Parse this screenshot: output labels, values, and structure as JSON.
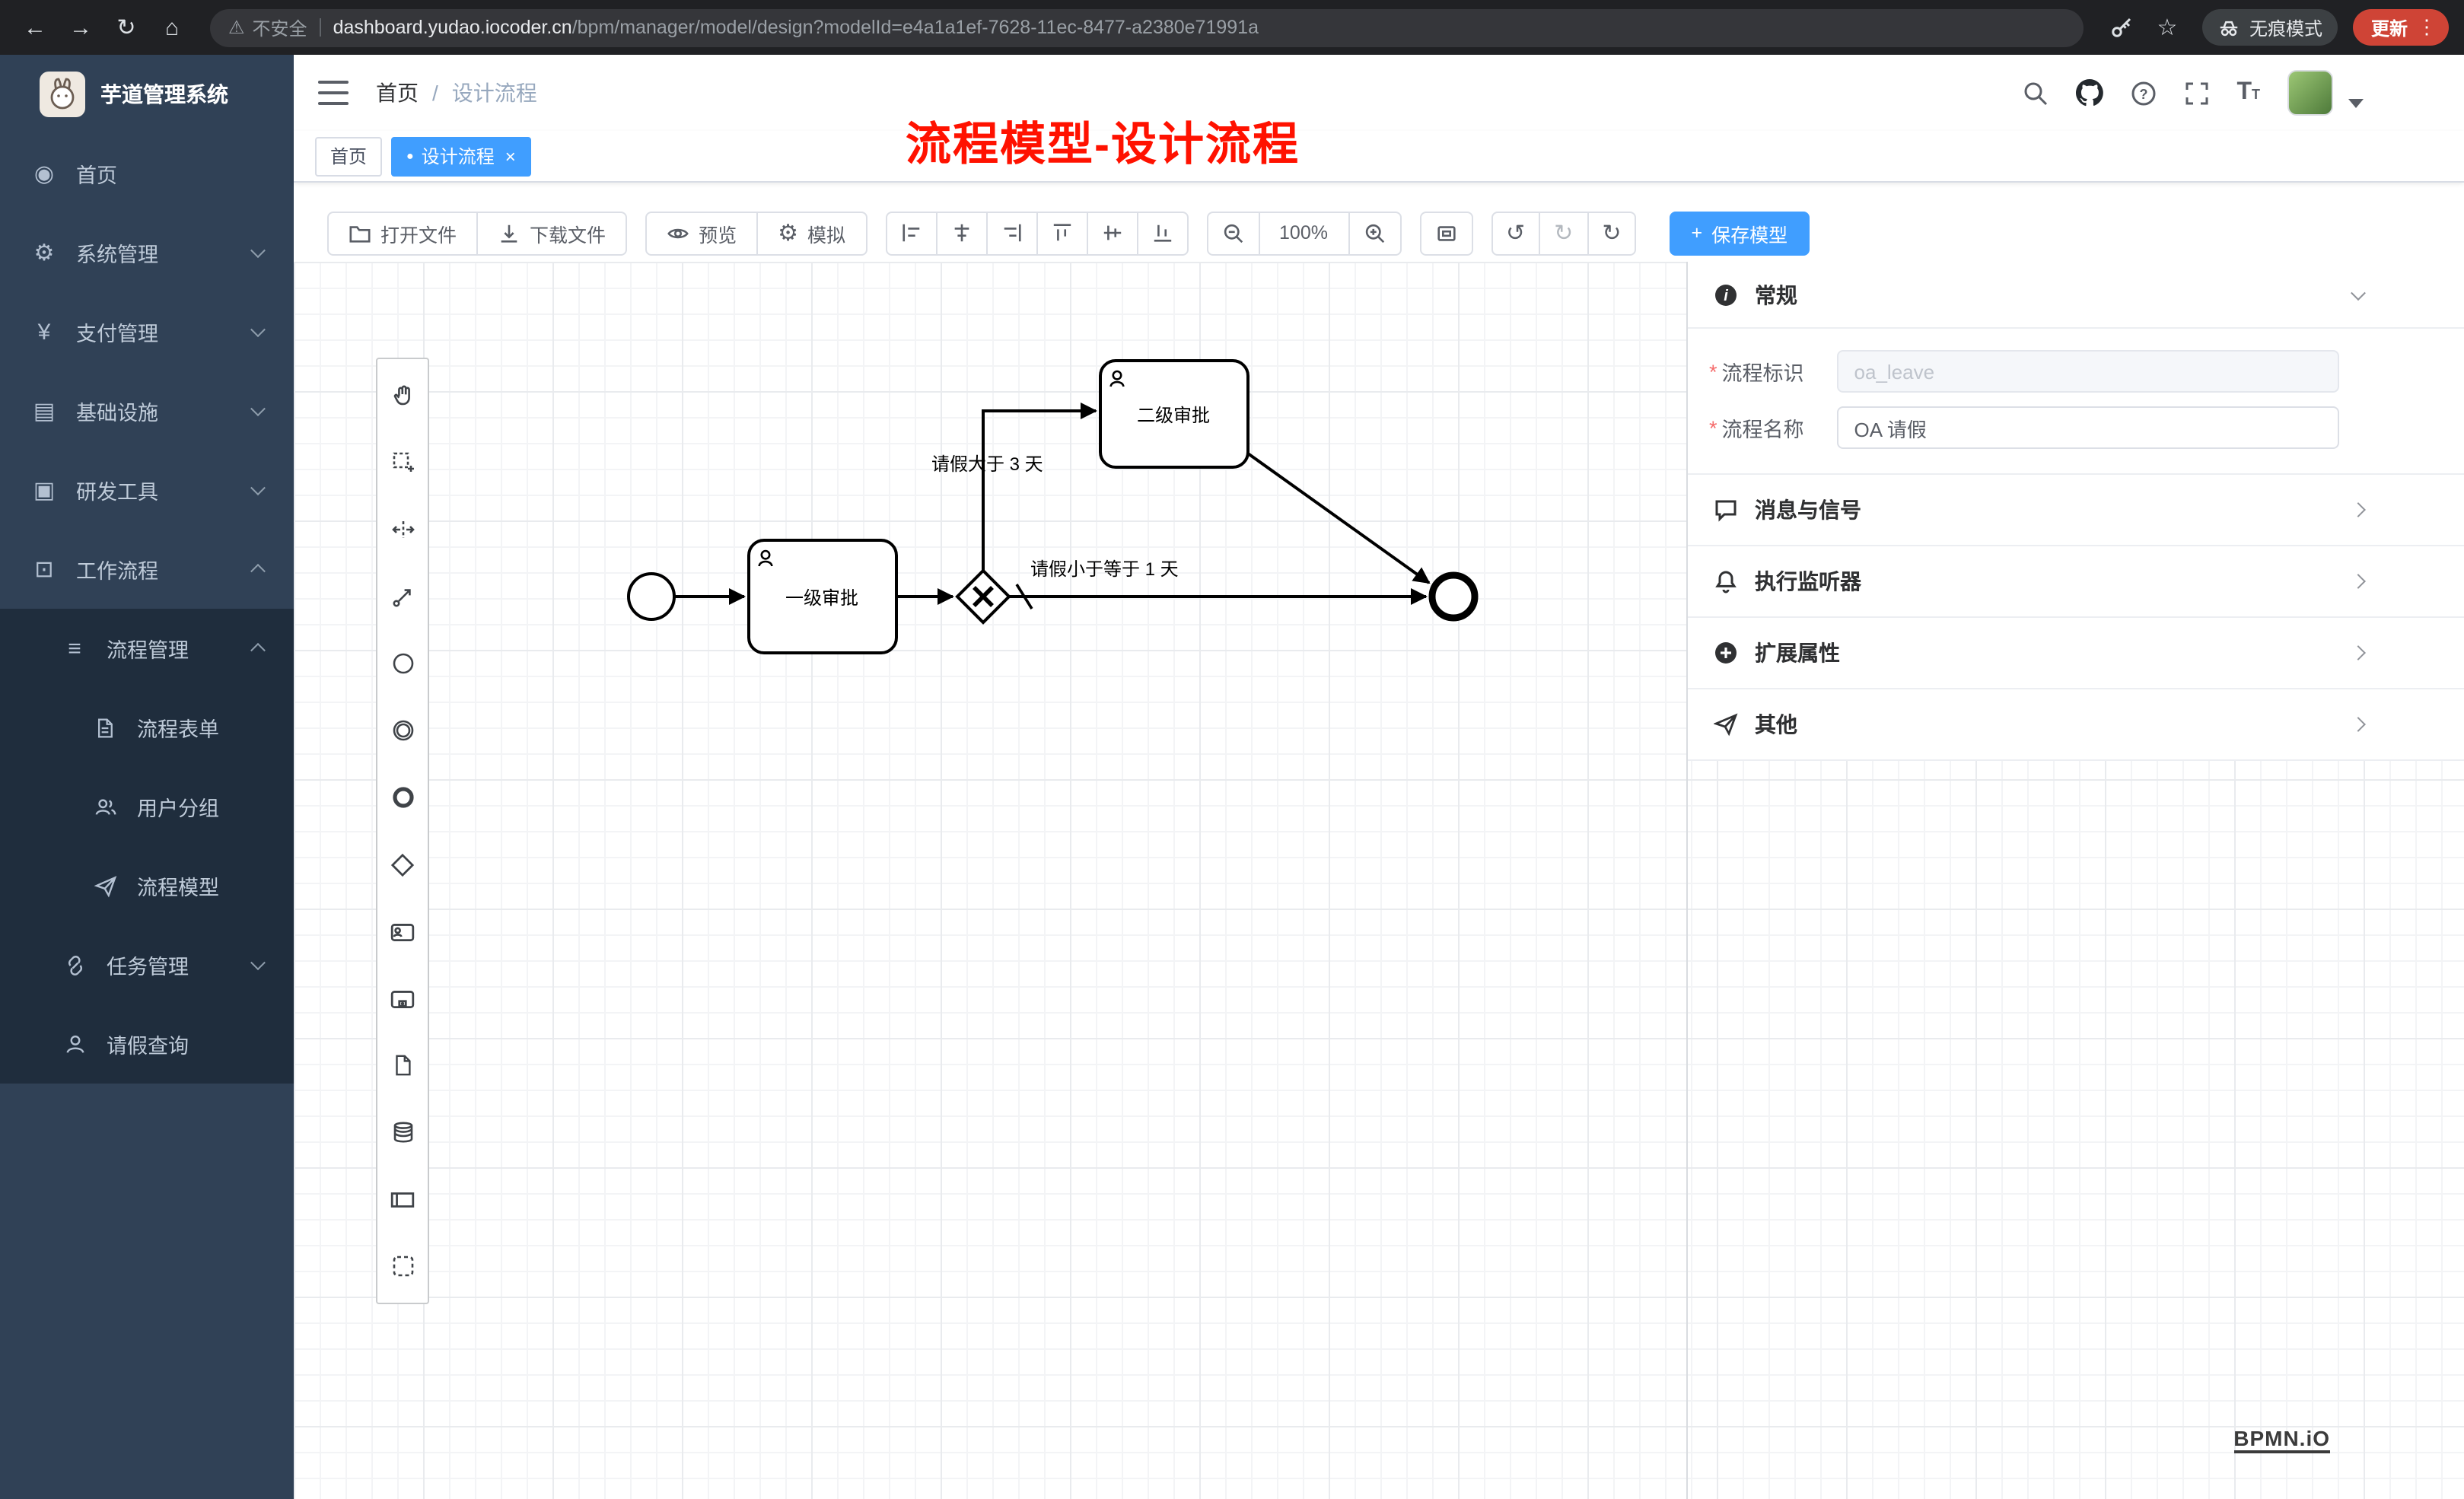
{
  "colors": {
    "accent": "#409eff",
    "sidebar_bg": "#304156",
    "submenu_bg": "#1f2d3d",
    "annotation_red": "#ff1200",
    "update_chip": "#cf4436"
  },
  "icons": {
    "back": "←",
    "forward": "→",
    "reload": "↻",
    "home": "⌂",
    "warning": "⚠",
    "star": "☆",
    "menu_dots": "⋮",
    "dashboard": "◉",
    "gear": "⚙",
    "yen": "¥",
    "infra": "▤",
    "tools": "▣",
    "workflow": "⊡",
    "list": "≡",
    "dot": "●",
    "close": "×",
    "undo": "↺",
    "redo": "↻",
    "refresh": "↻",
    "plus": "+"
  },
  "browser": {
    "security_label": "不安全",
    "url_domain": "dashboard.yudao.iocoder.cn",
    "url_path": "/bpm/manager/model/design?modelId=e4a1a1ef-7628-11ec-8477-a2380e71991a",
    "incognito_label": "无痕模式",
    "update_label": "更新"
  },
  "sidebar": {
    "logo_title": "芋道管理系统",
    "items": [
      {
        "label": "首页"
      },
      {
        "label": "系统管理"
      },
      {
        "label": "支付管理"
      },
      {
        "label": "基础设施"
      },
      {
        "label": "研发工具"
      },
      {
        "label": "工作流程"
      },
      {
        "label": "流程管理"
      },
      {
        "label": "流程表单"
      },
      {
        "label": "用户分组"
      },
      {
        "label": "流程模型"
      },
      {
        "label": "任务管理"
      },
      {
        "label": "请假查询"
      }
    ]
  },
  "navbar": {
    "breadcrumb_home": "首页",
    "breadcrumb_separator": "/",
    "breadcrumb_current": "设计流程"
  },
  "tabs": {
    "home": "首页",
    "current": "设计流程"
  },
  "annotation": {
    "text": "流程模型-设计流程"
  },
  "toolbar": {
    "open_file": "打开文件",
    "download_file": "下载文件",
    "preview": "预览",
    "simulate": "模拟",
    "zoom_level": "100%",
    "save_model": "保存模型"
  },
  "diagram": {
    "task_level1": "一级审批",
    "task_level2": "二级审批",
    "flow_condition_gt": "请假大于 3 天",
    "flow_condition_lte": "请假小于等于 1 天"
  },
  "panel": {
    "general": {
      "title": "常规",
      "required_mark": "*",
      "key_label": "流程标识",
      "key_value": "oa_leave",
      "name_label": "流程名称",
      "name_value": "OA 请假"
    },
    "sections": [
      {
        "label": "消息与信号"
      },
      {
        "label": "执行监听器"
      },
      {
        "label": "扩展属性"
      },
      {
        "label": "其他"
      }
    ]
  },
  "watermark": {
    "text": "BPMN.iO"
  }
}
